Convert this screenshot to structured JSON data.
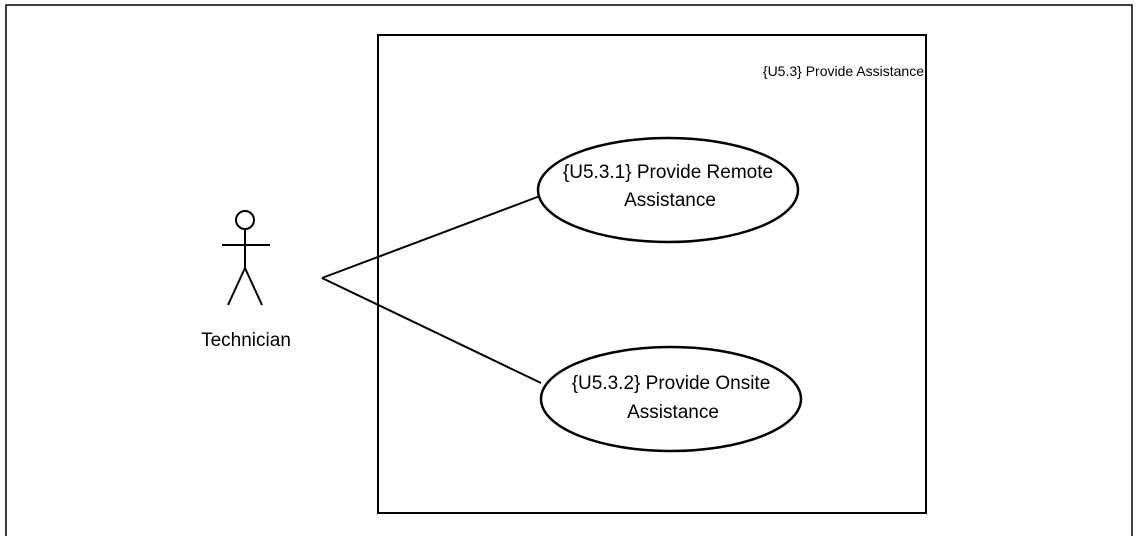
{
  "diagram": {
    "system": {
      "label": "{U5.3} Provide Assistance"
    },
    "actor": {
      "name": "Technician"
    },
    "use_cases": [
      {
        "line1": "{U5.3.1} Provide Remote",
        "line2": "Assistance"
      },
      {
        "line1": "{U5.3.2} Provide Onsite",
        "line2": "Assistance"
      }
    ]
  }
}
